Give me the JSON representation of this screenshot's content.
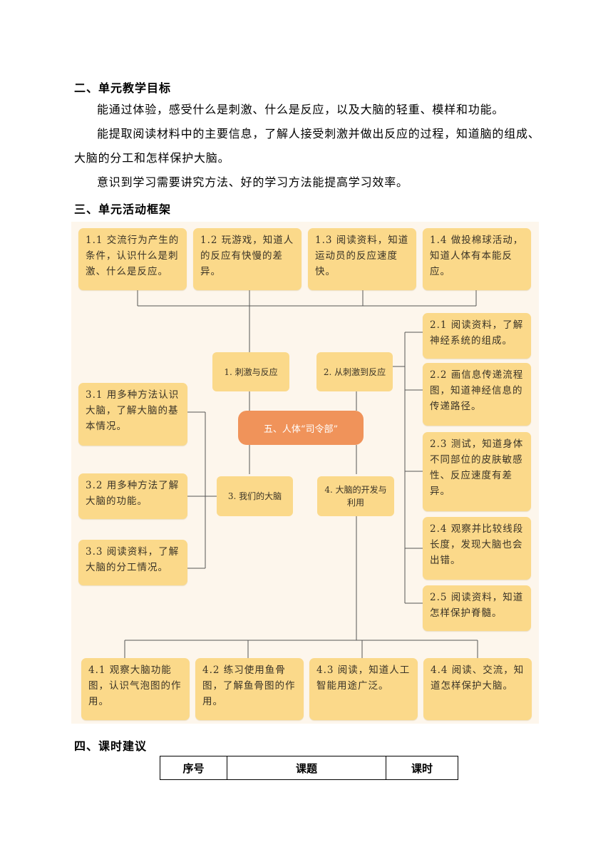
{
  "section2": {
    "heading": "二、单元教学目标",
    "paragraphs": [
      "能通过体验，感受什么是刺激、什么是反应，以及大脑的轻重、模样和功能。",
      "能提取阅读材料中的主要信息，了解人接受刺激并做出反应的过程，知道脑的组成、",
      "大脑的分工和怎样保护大脑。",
      "意识到学习需要讲究方法、好的学习方法能提高学习效率。"
    ]
  },
  "section3": {
    "heading": "三、单元活动框架",
    "center": "五、人体“司令部”",
    "mid_nodes": [
      "1. 刺激与反应",
      "2. 从刺激到反应",
      "3. 我们的大脑",
      "4. 大脑的开发与利用"
    ],
    "group1": [
      "1.1 交流行为产生的条件，认识什么是刺激、什么是反应。",
      "1.2 玩游戏，知道人的反应有快慢的差异。",
      "1.3 阅读资料，知道运动员的反应速度快。",
      "1.4 做投棉球活动，知道人体有本能反应。"
    ],
    "group2": [
      "2.1 阅读资料，了解神经系统的组成。",
      "2.2 画信息传递流程图，知道神经信息的传递路径。",
      "2.3 测试，知道身体不同部位的皮肤敏感性、反应速度有差异。",
      "2.4 观察并比较线段长度，发现大脑也会出错。",
      "2.5 阅读资料，知道怎样保护脊髓。"
    ],
    "group3": [
      "3.1 用多种方法认识大脑，了解大脑的基本情况。",
      "3.2 用多种方法了解大脑的功能。",
      "3.3 阅读资料，了解大脑的分工情况。"
    ],
    "group4": [
      "4.1 观察大脑功能图，认识气泡图的作用。",
      "4.2 练习使用鱼骨图，了解鱼骨图的作用。",
      "4.3 阅读，知道人工智能用途广泛。",
      "4.4 阅读、交流，知道怎样保护大脑。"
    ],
    "colors": {
      "box": "#fbd98a",
      "center": "#f0935a",
      "line": "#555555"
    }
  },
  "section4": {
    "heading": "四、课时建议",
    "table_headers": [
      "序号",
      "课题",
      "课时"
    ]
  }
}
